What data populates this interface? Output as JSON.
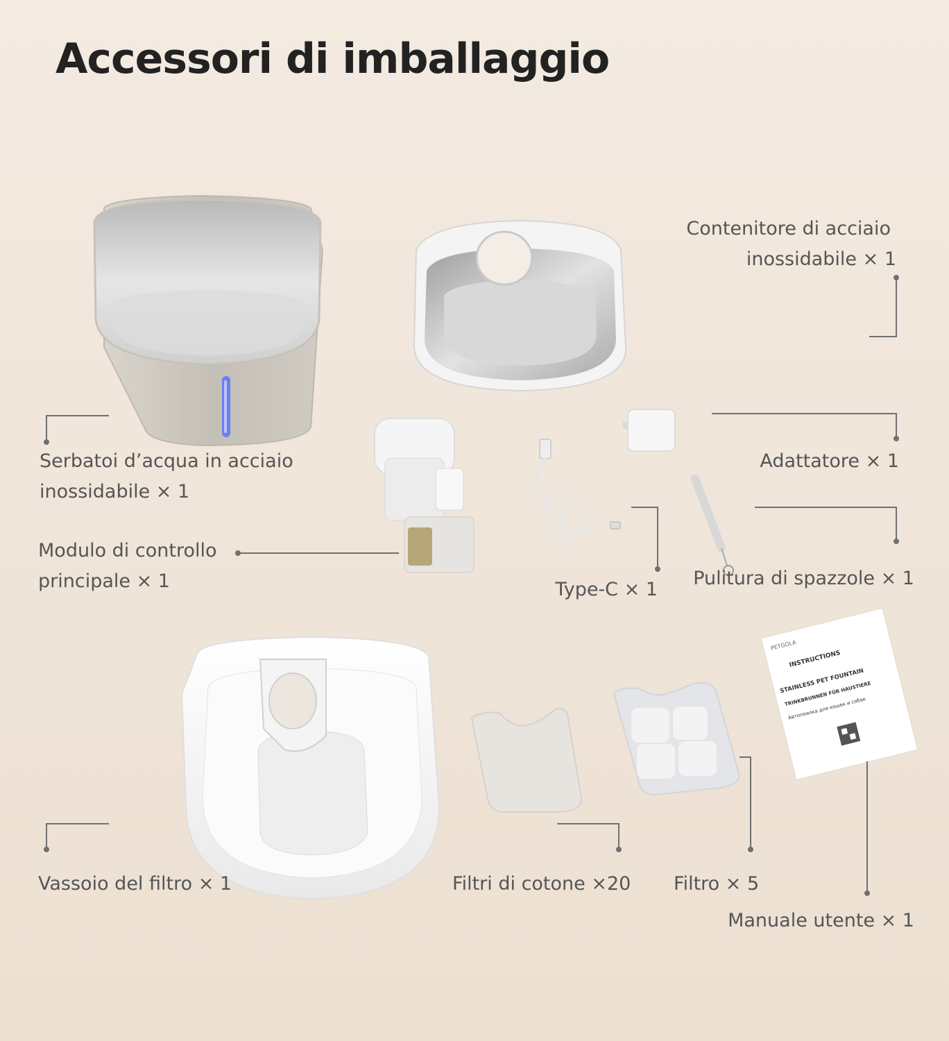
{
  "title": "Accessori di imballaggio",
  "items": {
    "steel_container": {
      "line1": "Contenitore di acciaio",
      "line2": "inossidabile × 1"
    },
    "water_tank": {
      "line1": "Serbatoi d’acqua in acciaio",
      "line2": "inossidabile × 1"
    },
    "adapter": "Adattatore × 1",
    "control_module": {
      "line1": "Modulo di controllo",
      "line2": "principale × 1"
    },
    "type_c": "Type-C × 1",
    "brush": "Pulitura di spazzole × 1",
    "filter_tray": "Vassoio del filtro × 1",
    "cotton_filters": "Filtri di cotone ×20",
    "filter": "Filtro × 5",
    "manual": "Manuale utente × 1"
  },
  "manual_card": {
    "brand": "PETGOLA",
    "heading": "INSTRUCTIONS",
    "line1": "STAINLESS PET FOUNTAIN",
    "line2": "TRINKBRUNNEN FÜR HAUSTIERE",
    "line3": "Автопоилка для кошек и собак"
  },
  "colors": {
    "background": "#efe4d8",
    "text": "#555555",
    "title": "#222222",
    "leader": "#6a6a6a",
    "steel": "#c9c6c1",
    "white_plastic": "#f7f7f7",
    "water_window": "#6a7ff0"
  }
}
